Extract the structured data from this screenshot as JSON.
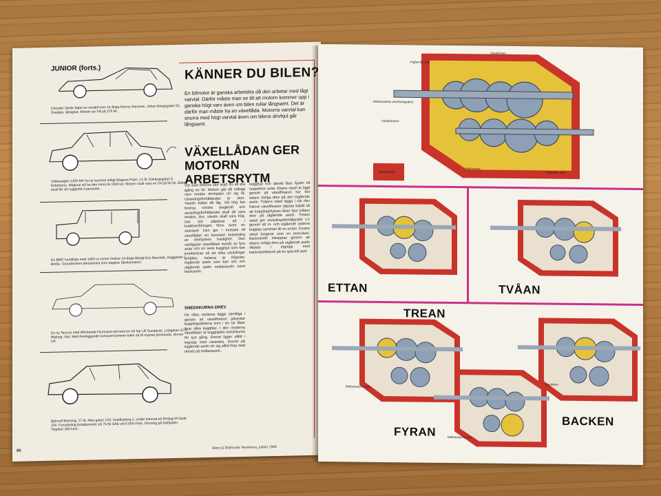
{
  "left_page": {
    "section_title": "JUNIOR",
    "section_title_suffix": "(forts.)",
    "captions": [
      "Chrysler Sprite fattar en modell som 14-åriga Ronny Hansson, Johan Borgsgatan 51, Svedala, designat. Motorn en V8 på 275 hk.",
      "Volkswagen 1200 bör ha ny karosse enligt Magnus Palm, 12 år, Eskärgsgatan 5, Eskilstuna. Magnus vill ha den mera lik 1500:an. Motorn skall vara en V4 på 50 hk. Bilen skall får sitt ryggstöd 4 personer.",
      "En BMC hundkoja med 1000 cc-motor önskar 10-årige Bengt-Eric Bearnöe, Haggarten 1, Borås. Grundmotorn densamma som dagens Skinkomaren.",
      "En ny Taunus med tillhörande Hurricane-stil med en V6 har Ulf Sundqvist, Lisegatan 22 A, Malung, ritat. Med överliggande kamaxel kommer bilen att få mycket prestanda, skriver Ulf.",
      "Björnulf Brinning, 17 år, Alby-gatan 130, Sundbyberg 2, under hämnat ett förslag till Saab 100. Fyrcylindrig fyrtaktsmotor på 75 hk SAE vid 5 500 r/min. Drivning på bakhjulen. Toppfart 185 km/t."
    ],
    "headline1": "KÄNNER DU BILEN?",
    "intro": "En bilmotor är ganska arbetslös då den arbetar med lågt varvtal. Därför måste man se till att motorn kommer upp i ganska högt varv även om bilen rullar långsamt. Det är därför man måste ha en växellåda. Motorns varvtal kan snurra med högt varvtal även om bilens drivhjul går långsamt.",
    "headline2": "VÄXELLÅDAN GER MOTORN ARBETSRYTM",
    "col1": "Vid start behövs stor kraft för att dra igång en bil. Motorn går då många varv medan drivhjulen rör sig få. Utväxlingsförhållandet är stort. Växeln kallas då låg. Vid hög fart fordras mindre dragkraft och utväxlingsförhållandet skall då vara mindre, dvs. växeln skall vara hög. Det bör påpekas att i kraftöverföringen finns även en slutväxel. Den ger i motsats till växellådan en konstant nedväxling av drivhjulens hastighet. Den vanligaste växellådan består av fyra axlar och en serie kugghjul som kan kombineras så att olika utväxlingar erhålles. Axlarna är följande: Ingående axeln som kan ses och utgående axeln mellanaxeln samt backaxeln.",
    "col1_sub": "SNEDSKURNA DREV",
    "col1b": "De olika växlarna läggs samtliga i genom att växelföraren påverkar kopplingsdelarna som i sin tur låser ihop olika kugghjul. I den moderna växellådan är kugghjulen snedskurna för tyst gång. Drevet ligger alltid i ingrepp med varandra. Drevet på ingående axeln rör sig alltid ihop med drevet på mellanaxeln.",
    "col2": "kugghjul och därvid låsa hjulen till respektive axlar. Ettans växel är lagd genom att växelföraren har fört ettans rörliga drev på den ingående axeln. Tvåans växel läggs i när den främre växelföraren skjutas bakåt så att kopplingshylsan låser fast tvåans drev på utgående axeln. Treans växel ger utväxlingsförhållandet 1:1 genom att in- och utgående axlarna kopplas samman till en enhet. Fyrans växel fungerar som en överväxel. Backväxeln inkopplas genom att ettans rörliga drev på utgående axeln skjutas i ingrepp med backväxeldrevet på en speciell axel.",
    "footer_page": "86",
    "footer_text": "Allers & Åhlénsdie Teknikrevy, juldan 1968"
  },
  "right_page": {
    "top_labels": [
      "Ingående axel",
      "Växelförare",
      "Mellanaxelns överföringsdrev",
      "Mellanaxel",
      "Utgående axel",
      "Växelföraren",
      "Klokoppling"
    ],
    "gear_labels": [
      "ETTAN",
      "TVÅAN",
      "TREAN",
      "FYRAN",
      "BACKEN"
    ],
    "small_labels": [
      "Mellanaxelns drev",
      "Backdrev"
    ]
  },
  "colors": {
    "magenta": "#c9308a",
    "casing_red": "#c8332a",
    "casing_yellow": "#e6c23a",
    "gear_steel": "#8ea0b5",
    "title_red": "#c0392b"
  }
}
